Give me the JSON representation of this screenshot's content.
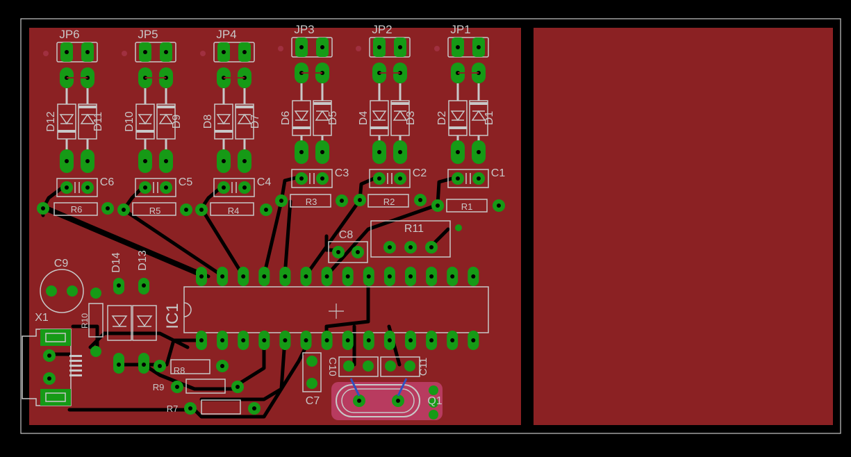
{
  "colors": {
    "background": "#000000",
    "copper": "#8b2123",
    "pad": "#169a16",
    "silk": "#c8c8c8",
    "trace": "#000000",
    "crystal": "#c0406a"
  },
  "labels": {
    "jp6": "JP6",
    "jp5": "JP5",
    "jp4": "JP4",
    "jp3": "JP3",
    "jp2": "JP2",
    "jp1": "JP1",
    "d12": "D12",
    "d11": "D11",
    "d10": "D10",
    "d9": "D9",
    "d8": "D8",
    "d7": "D7",
    "d6": "D6",
    "d5": "D5",
    "d4": "D4",
    "d3": "D3",
    "d2": "D2",
    "d1": "D1",
    "c6": "C6",
    "c5": "C5",
    "c4": "C4",
    "c3": "C3",
    "c2": "C2",
    "c1": "C1",
    "r6": "R6",
    "r5": "R5",
    "r4": "R4",
    "r3": "R3",
    "r2": "R2",
    "r1": "R1",
    "c8": "C8",
    "r11": "R11",
    "c9": "C9",
    "d14": "D14",
    "d13": "D13",
    "ic1": "IC1",
    "x1": "X1",
    "r10": "R10",
    "r8": "R8",
    "r9": "R9",
    "r7": "R7",
    "c10": "C10",
    "c11": "C11",
    "c7": "C7",
    "q1": "Q1"
  }
}
